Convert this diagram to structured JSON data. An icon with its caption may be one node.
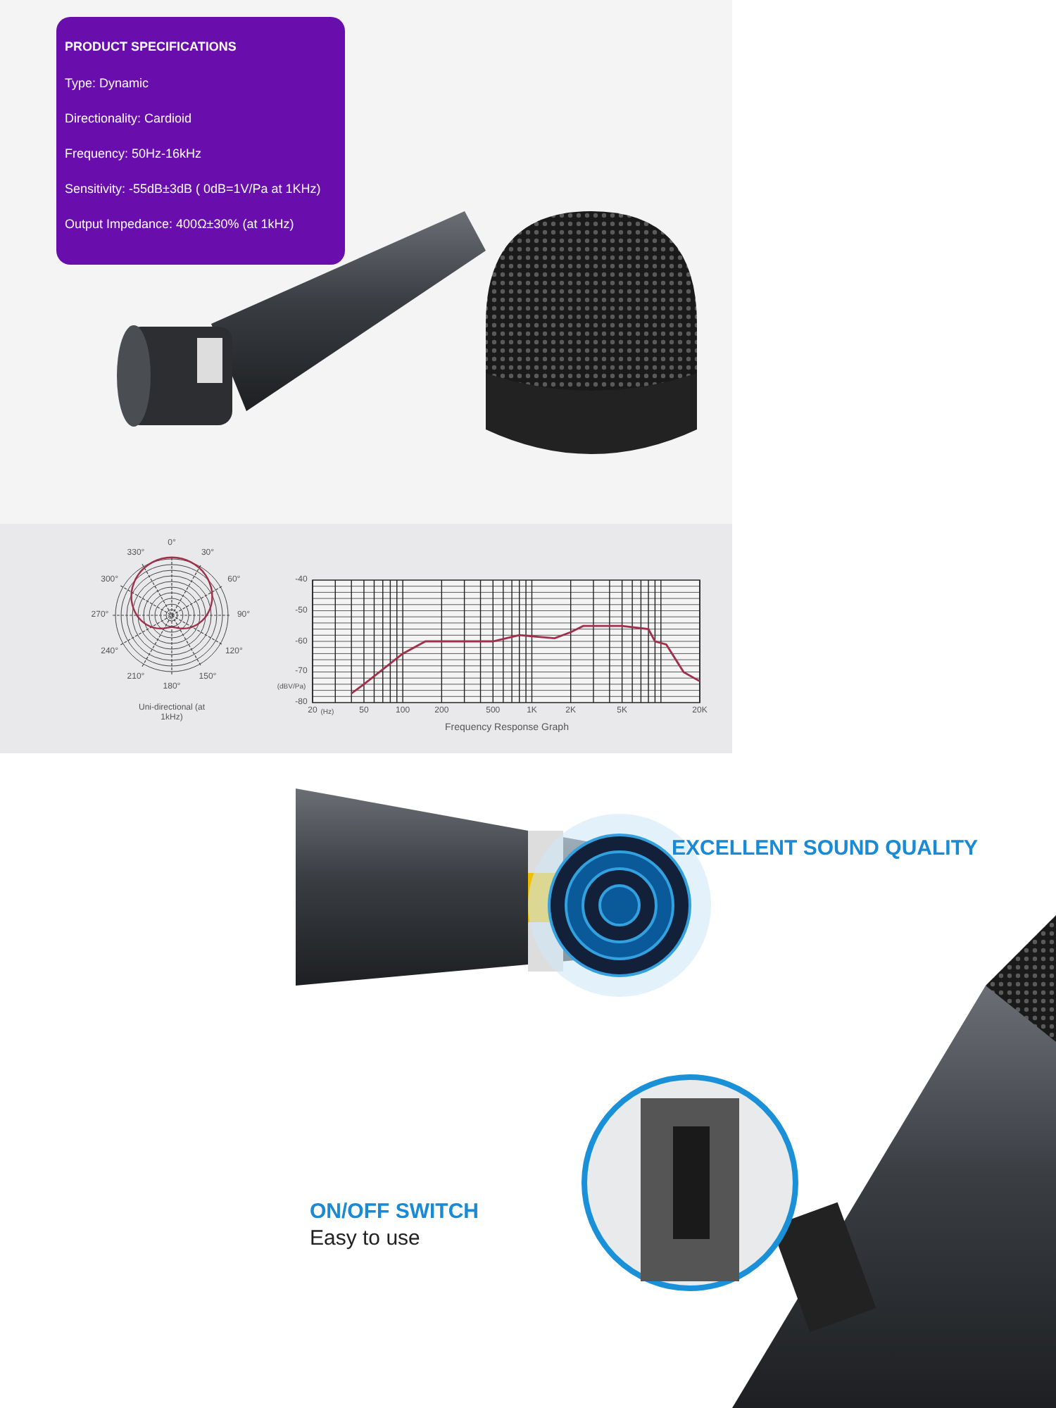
{
  "diagram": {
    "title": "PRODUCT SPECIFICATIONS",
    "labels": [
      "Type: Dynamic",
      "Directionality: Cardioid",
      "Frequency: 50Hz-16kHz",
      "Sensitivity: -55dB±3dB ( 0dB=1V/Pa at 1KHz)",
      "Output Impedance: 400Ω±30% (at 1kHz)",
      "330°",
      "0°",
      "30°",
      "300°",
      "60°",
      "270°",
      "90°",
      "240°",
      "120°",
      "210°",
      "150°",
      "180°",
      "Uni-directional (at 1kHz)",
      "-40",
      "-50",
      "-60",
      "-70",
      "(dBV/Pa)",
      "-80",
      "20",
      "(Hz)",
      "50",
      "100",
      "200",
      "500",
      "1K",
      "2K",
      "5K",
      "20K",
      "Frequency Response Graph",
      "EXCELLENT SOUND QUALITY",
      "ON/OFF SWITCH",
      "Easy to use"
    ]
  }
}
